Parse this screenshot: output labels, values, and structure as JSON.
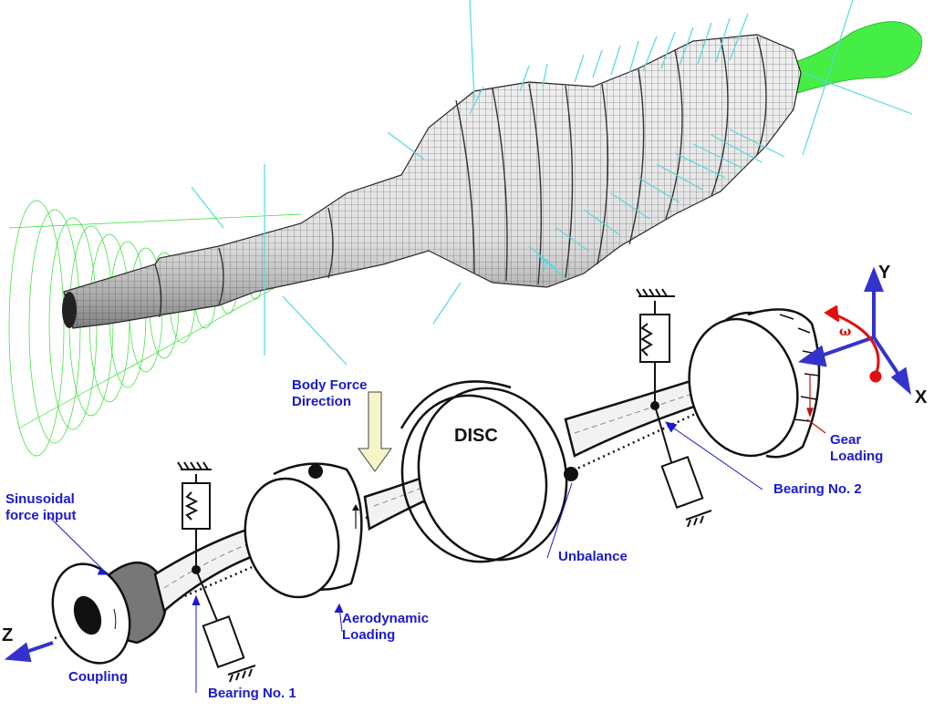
{
  "figure": {
    "description": "Rotor dynamics model: 3D FE mesh of turbine rotor with mode shapes, and schematic shaft-disc-bearing model"
  },
  "mesh_view": {
    "mode_colors": {
      "cone_mode": "#33dd33",
      "bending_mode": "#55d8e0",
      "mesh_fill": "#e8e8e8",
      "mesh_line": "#333333"
    }
  },
  "schematic": {
    "disc_label": "DISC",
    "labels": {
      "sinusoidal_force": [
        "Sinusoidal",
        "force input"
      ],
      "coupling": "Coupling",
      "bearing1": "Bearing No. 1",
      "aerodynamic": [
        "Aerodynamic",
        "Loading"
      ],
      "body_force": [
        "Body Force",
        "Direction"
      ],
      "unbalance": "Unbalance",
      "bearing2": "Bearing No. 2",
      "gear": [
        "Gear",
        "Loading"
      ]
    },
    "axes": {
      "x": "X",
      "y": "Y",
      "z": "Z",
      "omega": "ω"
    },
    "colors": {
      "label": "#1a1ad0",
      "axis_arrow": "#3333cc",
      "rotation": "#e01010",
      "body_force_arrow": "#f5f5c8"
    }
  }
}
